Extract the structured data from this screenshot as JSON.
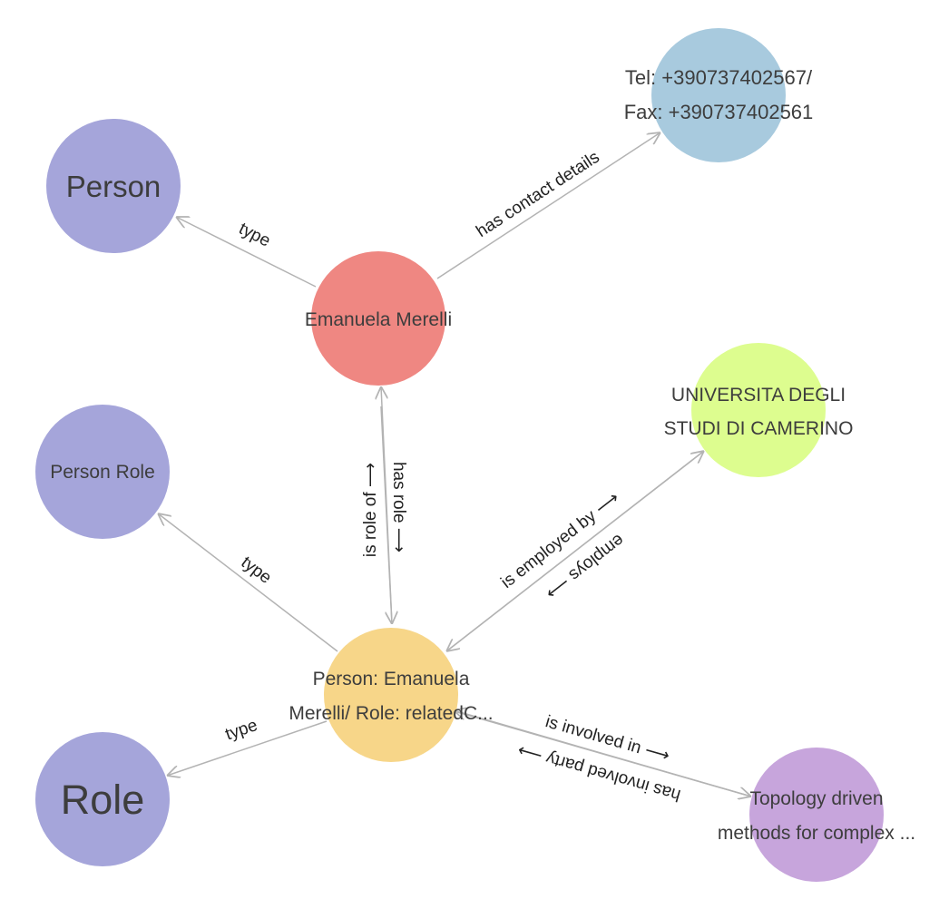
{
  "nodes": {
    "person_class": {
      "label": "Person",
      "color": "#a5a5da"
    },
    "contact": {
      "line1": "Tel: +390737402567/",
      "line2": "Fax: +390737402561",
      "color": "#a8cade"
    },
    "emanuela": {
      "label": "Emanuela Merelli",
      "color": "#ef8782"
    },
    "university": {
      "line1": "UNIVERSITA DEGLI",
      "line2": "STUDI DI CAMERINO",
      "color": "#ddfd8f"
    },
    "person_role_class": {
      "label": "Person Role",
      "color": "#a5a5da"
    },
    "person_role": {
      "line1": "Person: Emanuela",
      "line2": "Merelli/ Role: relatedC...",
      "color": "#f7d689"
    },
    "role_class": {
      "label": "Role",
      "color": "#a5a5da"
    },
    "project": {
      "line1": "Topology driven",
      "line2": "methods for complex ...",
      "color": "#c7a5dc"
    }
  },
  "edges": {
    "type_person": "type",
    "has_contact": "has contact details",
    "is_role_of": "is role of ⟶",
    "has_role": "has role ⟶",
    "is_employed_by": "is employed by ⟶",
    "employs": "employs ⟶",
    "type_person_role": "type",
    "type_role": "type",
    "is_involved_in": "is involved in ⟶",
    "has_involved_party": "has involved party ⟶"
  }
}
